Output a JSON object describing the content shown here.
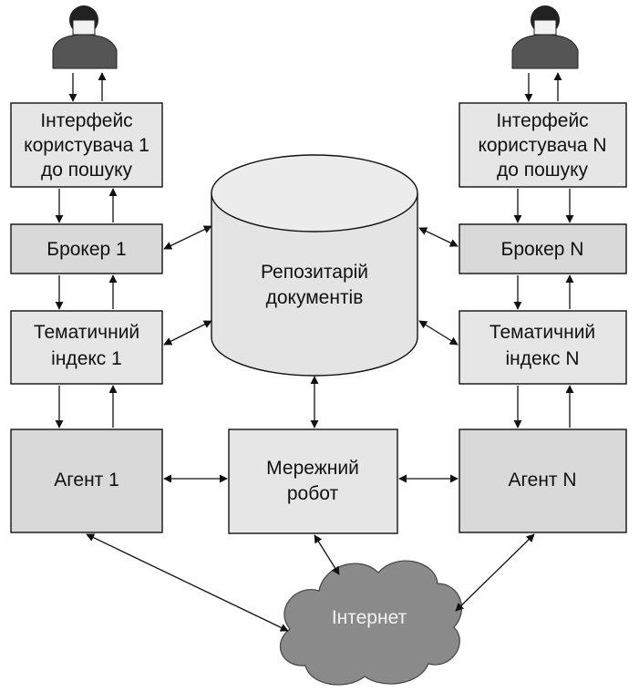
{
  "diagram": {
    "user_interface_1": [
      "Інтерфейс",
      "користувача 1",
      "до пошуку"
    ],
    "user_interface_n": [
      "Інтерфейс",
      "користувача N",
      "до пошуку"
    ],
    "broker_1": "Брокер 1",
    "broker_n": "Брокер N",
    "repository": [
      "Репозитарій",
      "документів"
    ],
    "thematic_index_1": [
      "Тематичний",
      "індекс 1"
    ],
    "thematic_index_n": [
      "Тематичний",
      "індекс N"
    ],
    "agent_1": "Агент 1",
    "agent_n": "Агент N",
    "network_robot": [
      "Мережний",
      "робот"
    ],
    "internet": "Інтернет"
  },
  "colors": {
    "box_fill": "#d9d9d9",
    "box_light_fill": "#e6e6e6",
    "cloud_fill": "#8a8a8a",
    "stroke": "#111111"
  }
}
